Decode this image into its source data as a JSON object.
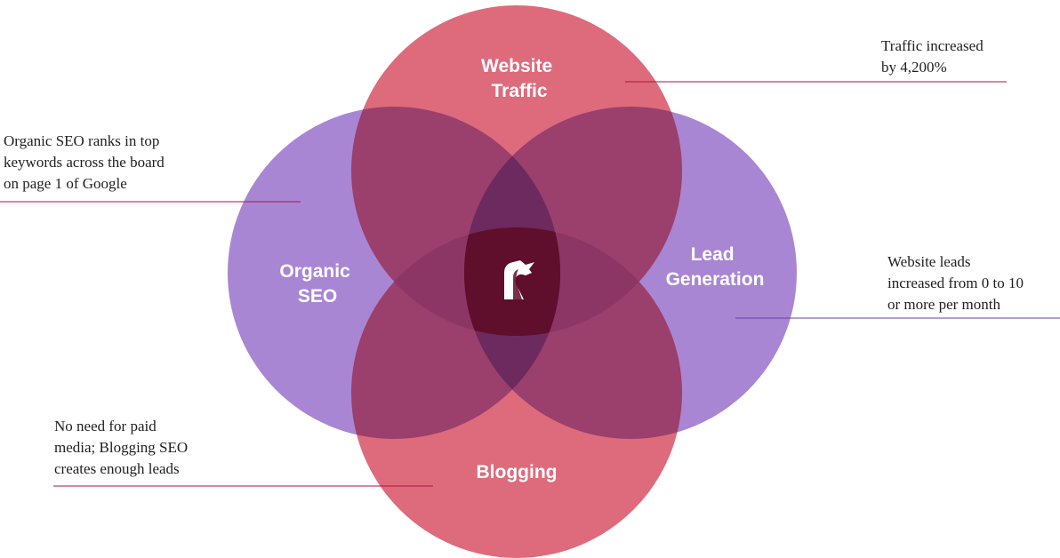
{
  "colors": {
    "red_circle": "#dd6b7c",
    "purple_circle": "#a886d4",
    "red_purple_overlap": "#9b3f6c",
    "red_red_overlap": "#8c3665",
    "triple_overlap": "#6c2a5f",
    "red_core": "#82183a",
    "center": "#5f0e2c",
    "leader_red": "#b3123e",
    "leader_purple": "#6b3ab0"
  },
  "circles": {
    "website_traffic": {
      "label_lines": [
        "Website",
        "Traffic"
      ]
    },
    "organic_seo": {
      "label_lines": [
        "Organic",
        "SEO"
      ]
    },
    "lead_generation": {
      "label_lines": [
        "Lead",
        "Generation"
      ]
    },
    "blogging": {
      "label_lines": [
        "Blogging"
      ]
    }
  },
  "center_icon": "unicorn-logo-icon",
  "notes": {
    "traffic": {
      "lines": [
        "Traffic increased",
        "by 4,200%"
      ]
    },
    "seo": {
      "lines": [
        "Organic SEO ranks in top",
        "keywords across the board",
        "on page 1 of Google"
      ]
    },
    "leads": {
      "lines": [
        "Website leads",
        "increased from 0 to 10",
        "or more per month"
      ]
    },
    "blogging": {
      "lines": [
        "No need for paid",
        "media; Blogging SEO",
        "creates enough leads"
      ]
    }
  }
}
